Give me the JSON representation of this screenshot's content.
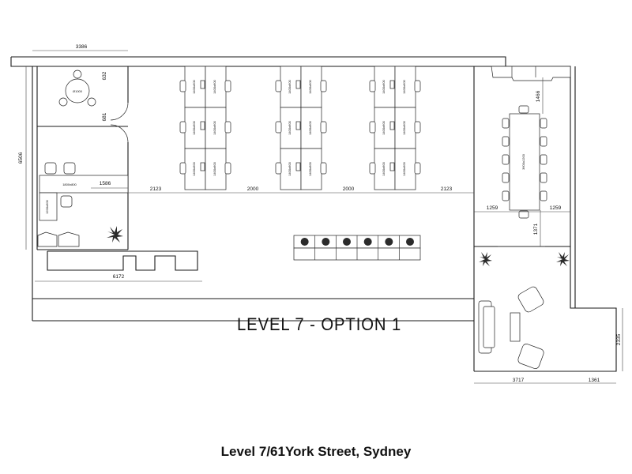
{
  "plan": {
    "title": "LEVEL 7 - OPTION 1",
    "address": "Level 7/61York Street, Sydney"
  },
  "dimensions": {
    "meeting_width": "3386",
    "meeting_offset": "632",
    "door_width": "681",
    "left_height": "6506",
    "office_desk": "1586",
    "reception_width": "6172",
    "gap_1": "2123",
    "gap_2": "2000",
    "gap_3": "2000",
    "gap_4": "2123",
    "board_offset": "1466",
    "board_left": "1259",
    "board_right": "1259",
    "board_gap": "1371",
    "lounge_height": "2335",
    "lounge_width": "3717",
    "lounge_ext": "1361"
  },
  "furniture": {
    "round_table": "Ø1000",
    "office_desk": "1800x800",
    "return_desk": "1200x600",
    "workstation": "1400x600",
    "boardroom_table": "3600x1200"
  },
  "colors": {
    "line": "#1a1a1a",
    "background": "#ffffff"
  }
}
